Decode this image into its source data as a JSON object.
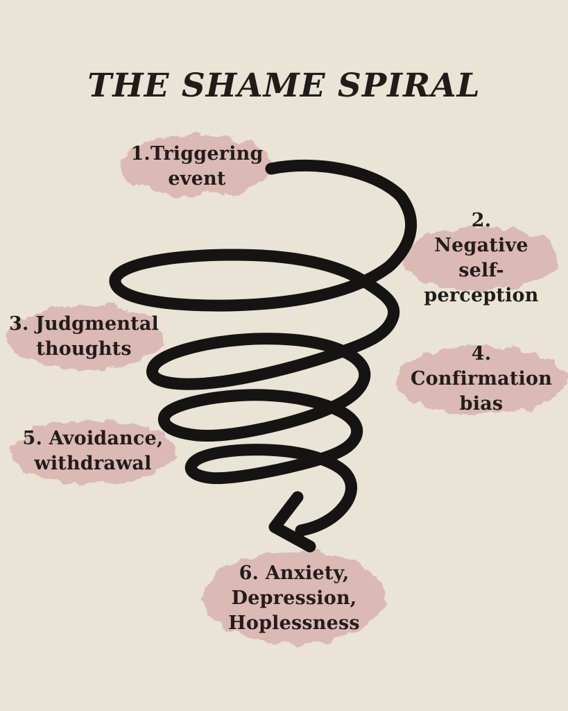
{
  "title": "THE SHAME SPIRAL",
  "colors": {
    "background": "#e9e4d5",
    "blob": "#dbb9b4",
    "text": "#211d1b",
    "spiral": "#161412"
  },
  "graphic": {
    "type": "downward-spiral",
    "icon": "spiral-arrow-icon",
    "direction": "arrow points down-left at bottom"
  },
  "steps": [
    {
      "id": 1,
      "label": "1.Triggering\nevent"
    },
    {
      "id": 2,
      "label": "2. Negative self-\nperception"
    },
    {
      "id": 3,
      "label": "3. Judgmental\nthoughts"
    },
    {
      "id": 4,
      "label": "4. Confirmation\nbias"
    },
    {
      "id": 5,
      "label": "5. Avoidance,\nwithdrawal"
    },
    {
      "id": 6,
      "label": "6. Anxiety,\nDepression,\nHoplessness"
    }
  ]
}
